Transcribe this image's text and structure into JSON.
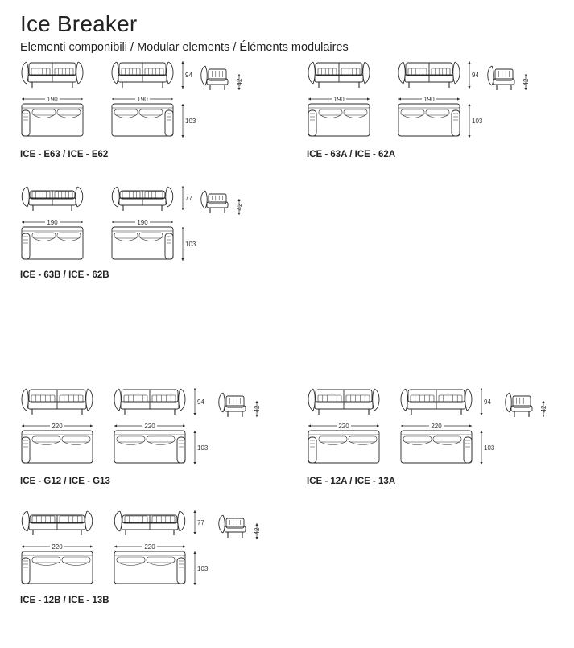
{
  "title": "Ice Breaker",
  "subtitle": "Elementi componibili / Modular elements / Éléments modulaires",
  "groups": [
    {
      "label": "ICE - E63 / ICE - E62",
      "width": "190",
      "height": "94",
      "depth": "103",
      "seat": "42",
      "variant": "A",
      "large": false
    },
    {
      "label": "ICE - 63A / ICE - 62A",
      "width": "190",
      "height": "94",
      "depth": "103",
      "seat": "42",
      "variant": "A",
      "large": false
    },
    {
      "label": "ICE - 63B / ICE - 62B",
      "width": "190",
      "height": "77",
      "depth": "103",
      "seat": "42",
      "variant": "B",
      "large": false
    },
    {
      "label": "ICE - G12 / ICE - G13",
      "width": "220",
      "height": "94",
      "depth": "103",
      "seat": "42",
      "variant": "A",
      "large": true
    },
    {
      "label": "ICE - 12A / ICE - 13A",
      "width": "220",
      "height": "94",
      "depth": "103",
      "seat": "42",
      "variant": "A",
      "large": true
    },
    {
      "label": "ICE - 12B / ICE - 13B",
      "width": "220",
      "height": "77",
      "depth": "103",
      "seat": "42",
      "variant": "B",
      "large": true
    }
  ]
}
